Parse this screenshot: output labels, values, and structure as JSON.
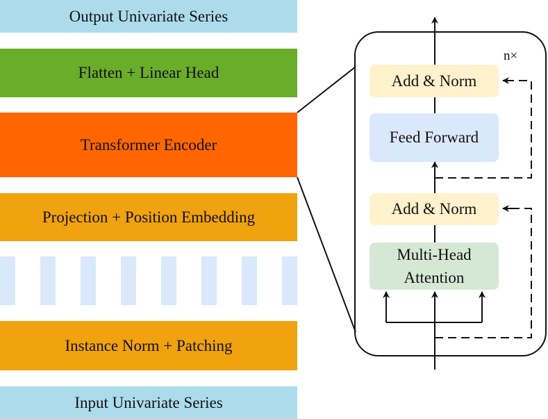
{
  "left_stack": {
    "output": "Output Univariate Series",
    "head": "Flatten + Linear Head",
    "encoder": "Transformer Encoder",
    "projection": "Projection + Position Embedding",
    "instance_norm": "Instance Norm + Patching",
    "input": "Input Univariate Series"
  },
  "encoder_detail": {
    "repeat_label": "n×",
    "add_norm_top": "Add & Norm",
    "feed_forward": "Feed Forward",
    "add_norm_bottom": "Add & Norm",
    "attention_line1": "Multi-Head",
    "attention_line2": "Attention"
  },
  "colors": {
    "series_blue": "#acdcec",
    "head_green": "#6aad2b",
    "encoder_orange": "#ff6600",
    "embed_gold": "#f0a20f",
    "patch_blue": "#dae8fb",
    "add_norm_fill": "#fff2cc",
    "feed_forward_fill": "#dae8fc",
    "attention_fill": "#d5e8d4"
  }
}
